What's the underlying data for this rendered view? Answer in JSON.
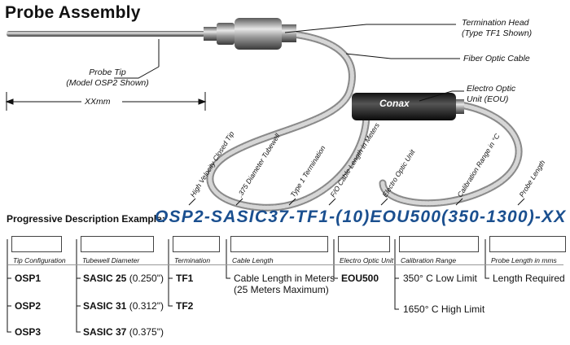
{
  "title": "Probe Assembly",
  "callouts": {
    "termination_head": "Termination Head",
    "termination_head_sub": "(Type TF1 Shown)",
    "fiber_optic_cable": "Fiber Optic Cable",
    "eou": "Electro Optic",
    "eou_sub": "Unit (EOU)",
    "probe_tip": "Probe Tip",
    "probe_tip_sub": "(Model OSP2 Shown)",
    "length": "XXmm",
    "brand": "Conax"
  },
  "angled_labels": [
    "High Velocity Closed Tip",
    ".375 Diameter Tubewell",
    "Type 1 Termination",
    "F/O Cable Length in Meters",
    "Electro Optic Unit",
    "Calibration Range in °C",
    "Probe Length"
  ],
  "progressive_label": "Progressive Description Example:",
  "code": "OSP2-SASIC37-TF1-(10)EOU500(350-1300)-XX",
  "columns": [
    {
      "header": "Tip Configuration",
      "options": [
        "OSP1",
        "OSP2",
        "OSP3"
      ]
    },
    {
      "header": "Tubewell Diameter",
      "options": [
        {
          "bold": "SASIC 25",
          "rest": " (0.250\")"
        },
        {
          "bold": "SASIC 31",
          "rest": " (0.312\")"
        },
        {
          "bold": "SASIC 37",
          "rest": " (0.375\")"
        }
      ]
    },
    {
      "header": "Termination",
      "options": [
        "TF1",
        "TF2"
      ]
    },
    {
      "header": "Cable Length",
      "options": [
        "Cable Length in Meters",
        "(25 Meters Maximum)"
      ]
    },
    {
      "header": "Electro Optic Unit",
      "options": [
        "EOU500"
      ]
    },
    {
      "header": "Calibration Range",
      "options": [
        "350° C Low Limit",
        "1650° C High Limit"
      ]
    },
    {
      "header": "Probe Length in mms",
      "options": [
        "Length Required"
      ]
    }
  ]
}
